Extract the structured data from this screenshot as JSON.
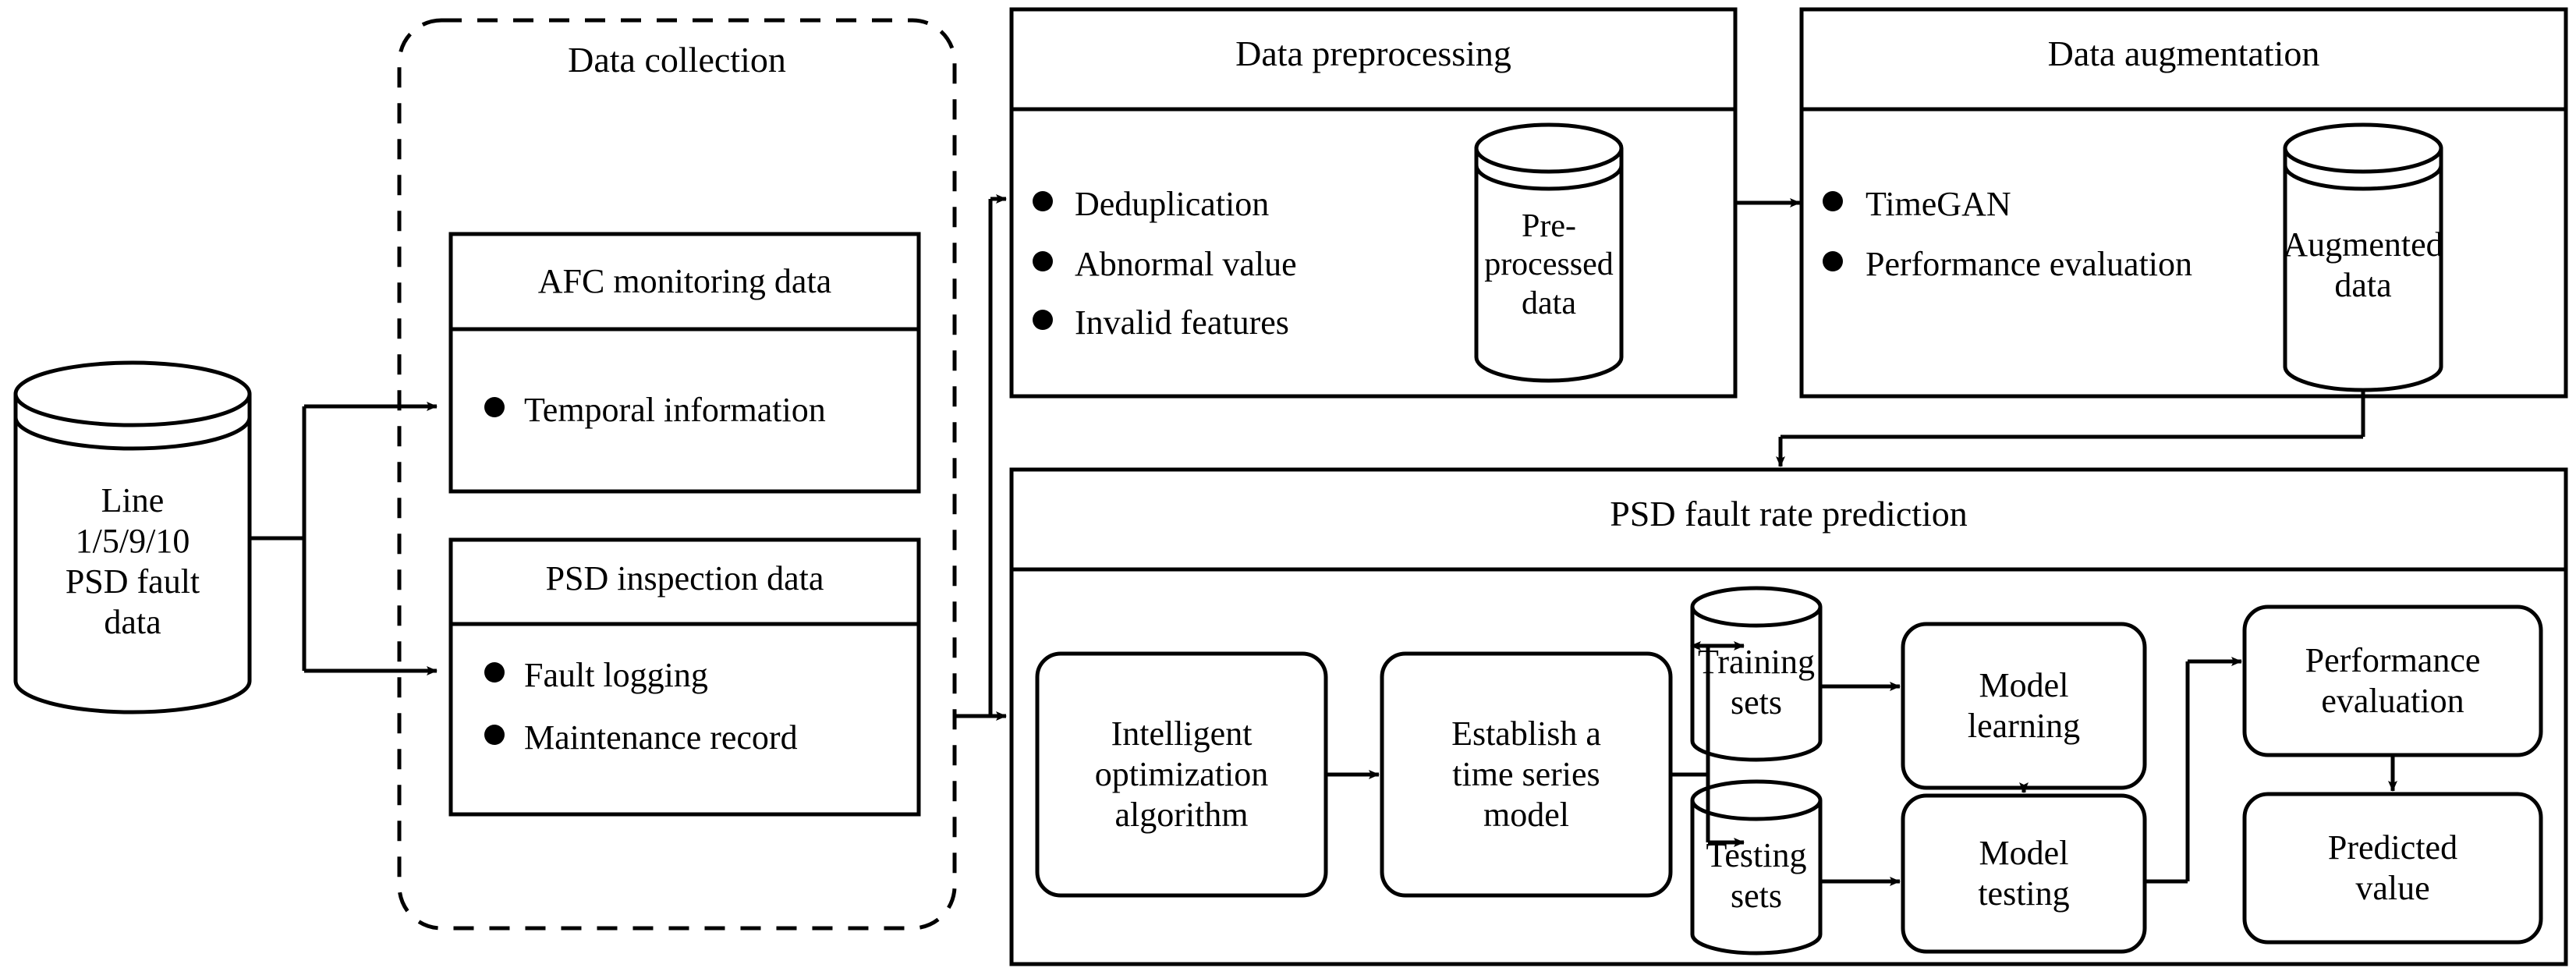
{
  "diagram": {
    "title": "PSD fault rate prediction framework flowchart",
    "accent_color": "#000000",
    "background_color": "#ffffff"
  },
  "source_database": {
    "name": "line-psd-fault-data-cylinder",
    "label": "Line\n1/5/9/10\nPSD fault\ndata"
  },
  "data_collection": {
    "title": "Data collection",
    "boxes": [
      {
        "header": "AFC monitoring data",
        "bullets": [
          "Temporal information"
        ]
      },
      {
        "header": "PSD inspection data",
        "bullets": [
          "Fault logging",
          "Maintenance record"
        ]
      }
    ]
  },
  "data_preprocessing": {
    "title": "Data preprocessing",
    "bullets": [
      "Deduplication",
      "Abnormal value",
      "Invalid features"
    ],
    "cylinder": "Pre-\nprocessed\ndata"
  },
  "data_augmentation": {
    "title": "Data augmentation",
    "bullets": [
      "TimeGAN",
      "Performance evaluation"
    ],
    "cylinder": "Augmented\ndata"
  },
  "prediction": {
    "title": "PSD fault rate prediction",
    "nodes": {
      "intelligent_optimization": "Intelligent\noptimization\nalgorithm",
      "time_series_model": "Establish a\ntime series\nmodel",
      "training_sets": "Training\nsets",
      "testing_sets": "Testing\nsets",
      "model_learning": "Model\nlearning",
      "model_testing": "Model\ntesting",
      "performance_evaluation": "Performance\nevaluation",
      "predicted_value": "Predicted\nvalue"
    }
  },
  "bullets": {
    "afc_0": "Temporal information",
    "psd_0": "Fault logging",
    "psd_1": "Maintenance record",
    "prep_0": "Deduplication",
    "prep_1": "Abnormal value",
    "prep_2": "Invalid features",
    "aug_0": "TimeGAN",
    "aug_1": "Performance evaluation"
  }
}
